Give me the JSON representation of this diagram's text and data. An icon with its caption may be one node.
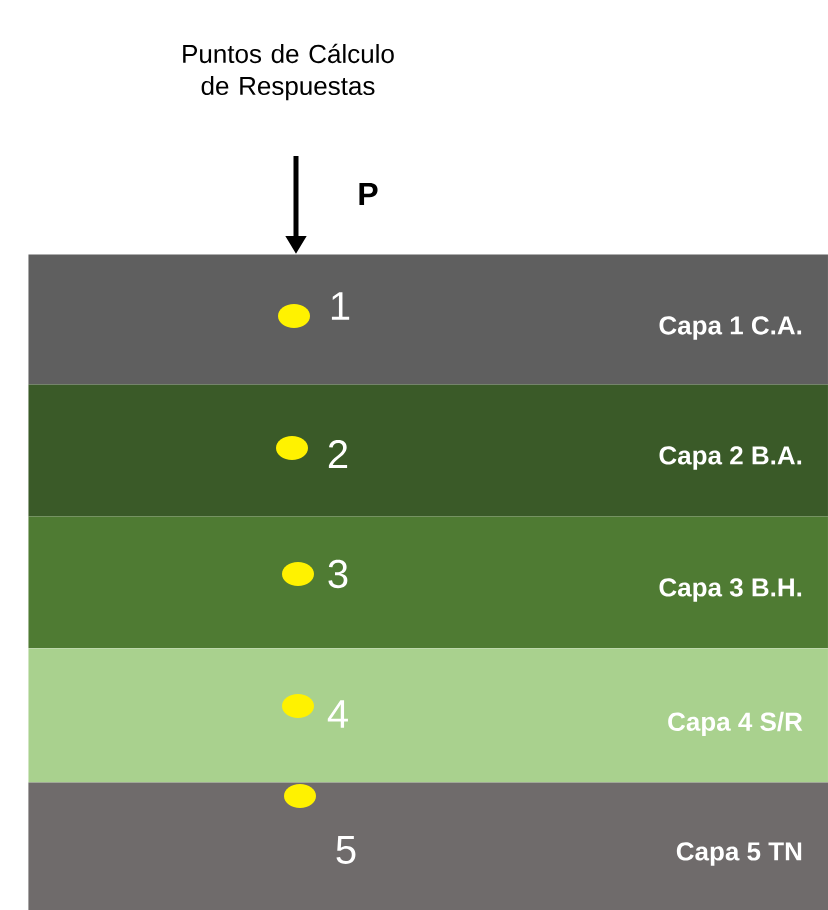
{
  "diagram": {
    "title": "Puntos de Cálculo de Respuestas",
    "nodes": [
      {
        "text": [
          "Capa 1 C.A."
        ]
      },
      {
        "text": [
          "Capa 2 B.A."
        ]
      },
      {
        "text": [
          "Capa 3 B.H."
        ]
      },
      {
        "text": [
          "Capa 4 S/R"
        ]
      },
      {
        "text": [
          "Capa 5 TN"
        ]
      },
      {
        "text": [],
        "shape": "circle",
        "in": 0,
        "beside": [
          "1"
        ]
      },
      {
        "text": [],
        "shape": "circle",
        "in": 1,
        "beside": [
          "2"
        ]
      },
      {
        "text": [],
        "shape": "circle",
        "in": 2,
        "beside": [
          "3"
        ]
      },
      {
        "text": [],
        "shape": "circle",
        "in": 3,
        "beside": [
          "4"
        ]
      },
      {
        "text": [],
        "shape": "circle",
        "in": 4,
        "beside": [
          "5"
        ]
      }
    ],
    "edges": [],
    "labels": [
      "P"
    ]
  }
}
